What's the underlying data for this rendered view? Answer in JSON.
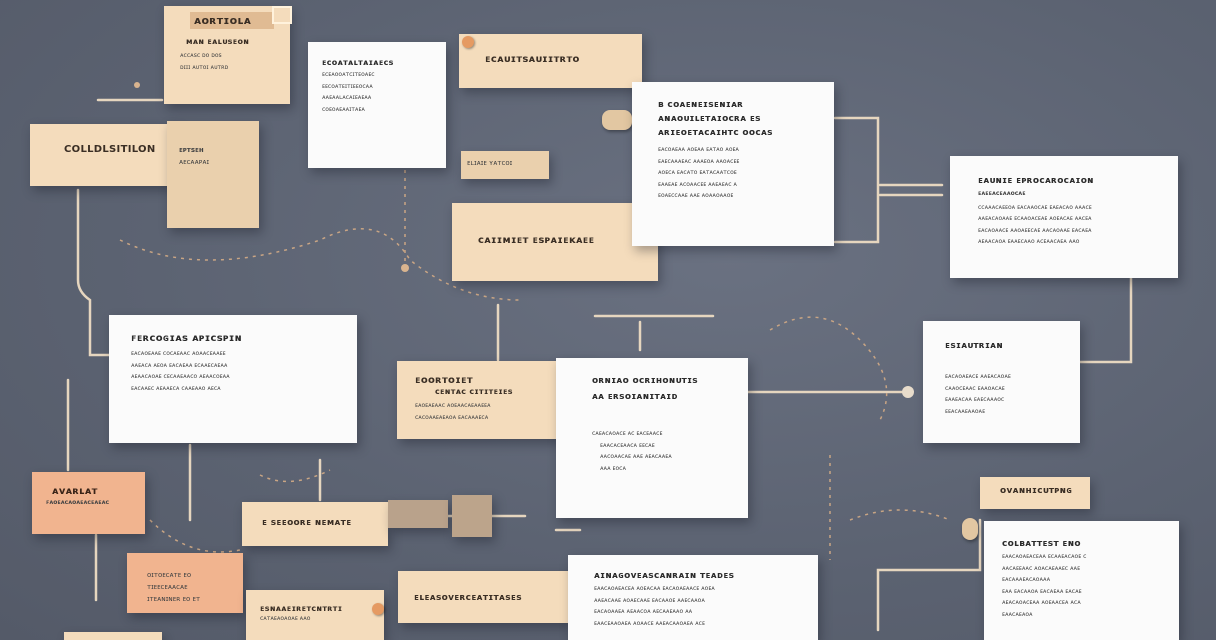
{
  "notes": {
    "n01": {
      "title": "ᴀᴏʀᴛɪoʟᴀ",
      "lines": [
        "ᴍᴀɴ ᴇᴀʟᴜsᴇᴏɴ"
      ]
    },
    "n01b": {
      "lines": [
        "ᴀᴄᴄᴀsᴄ ᴅᴏ ᴅᴏs",
        "ᴅɪɪɪ ᴀᴜᴛᴏɪ ᴀᴜᴛʀᴅ"
      ]
    },
    "n02": {
      "title": "COLLDLSITILON"
    },
    "n03": {
      "lines": [
        "ᴇᴘᴛsᴇʜ",
        "ᴀᴇᴄᴀᴀᴘᴀɪ"
      ]
    },
    "n04": {
      "title": "ᴇᴄᴏᴀᴛᴀʟᴛᴀɪᴀᴇᴄs",
      "lines": [
        "ᴇᴄᴇᴀᴏᴏᴀᴛᴄɪᴛᴇᴏᴀᴇᴄ",
        "ᴇᴇᴄᴏᴀᴛᴇɪᴛɪᴇᴇᴏᴄᴀᴀ",
        "ᴀᴀᴇᴀᴀʟᴀᴄᴀɪᴇᴀᴇᴀᴀ",
        "ᴄᴏᴇᴏᴀᴇᴀᴀɪᴛᴀᴇᴀ"
      ]
    },
    "n05": {
      "title": "ᴇᴄᴀᴜɪᴛsᴀᴜɪɪᴛʀᴛᴏ"
    },
    "n06": {
      "lines": [
        "ᴇʟɪᴀɪᴇ ʏᴀᴛᴄᴏɪ"
      ]
    },
    "n07": {
      "title": "ᴄᴀɪɪᴍɪᴇᴛ ᴇsᴘᴀɪᴇᴋᴀᴇᴇ"
    },
    "n08": {
      "title": "ʙ ᴄᴏᴀᴇɴᴇɪsᴇɴɪᴀʀ",
      "subtitle": "ᴀɴᴀᴏᴜɪʟᴇᴛᴀɪᴏᴄʀᴀ ᴇs",
      "subtitle2": "ᴀʀɪᴇᴏᴇᴛᴀᴄᴀɪʜᴛᴄ ᴏᴏᴄᴀs",
      "lines": [
        "ᴇᴀᴄᴏᴀᴇᴀᴀ ᴀᴏᴇᴀᴀ ᴇᴀᴛᴀᴏ ᴀᴏᴇᴀ",
        "ᴇᴀᴇᴄᴀᴀᴀᴇᴀᴄ ᴀᴀᴀᴇᴏᴀ ᴀᴀᴏᴀᴄᴇᴇ",
        "ᴀᴏᴇᴄᴀ ᴇᴀᴄᴀᴛᴏ ᴇᴀᴛᴀᴄᴀᴀᴛᴄᴏᴇ",
        "ᴇᴀᴀᴇᴀᴇ ᴀᴄᴏᴀᴀᴄᴇᴇ ᴀᴀᴇᴀᴇᴀᴄ ᴀ",
        "ᴇᴏᴀᴇᴄᴄᴀᴀᴇ ᴀᴀᴇ ᴀᴏᴀᴀᴏᴀᴀᴏᴇ"
      ]
    },
    "n09": {
      "title": "ᴇᴀᴜɴɪᴇ ᴇᴘʀᴏᴄᴀʀᴏᴄᴀɪᴏɴ",
      "subtitle": "ᴇᴀᴇᴇᴀᴄᴇᴀᴀᴏᴄᴀᴇ",
      "lines": [
        "ᴄᴄᴀᴀᴀᴄᴀᴇᴇᴏᴀ ᴇᴀᴄᴀᴀᴏᴄᴀᴇ ᴇᴀᴇᴀᴄᴀᴏ ᴀᴀᴀᴄᴇ",
        "ᴀᴀᴇᴀᴄᴀᴏᴀᴀᴇ ᴇᴄᴀᴀᴏᴀᴄᴇᴀᴇ ᴀᴏᴇᴀᴄᴀᴇ ᴀᴀᴄᴇᴀ",
        "ᴇᴀᴄᴀᴏᴀᴀᴄᴇ ᴀᴀᴏᴀᴇᴇᴄᴀᴇ ᴀᴀᴄᴀᴏᴀᴀᴇ ᴇᴀᴄᴀᴇᴀ",
        "ᴀᴇᴀᴀᴄᴀᴏᴀ ᴇᴀᴀᴇᴄᴀᴀᴏ ᴀᴄᴇᴀᴀᴄᴀᴇᴀ ᴀᴀᴏ"
      ]
    },
    "n10": {
      "title": "ꜰᴇʀᴄᴏɢɪᴀs ᴀᴘɪᴄsᴘɪɴ",
      "lines": [
        "ᴇᴀᴄᴀᴏᴇᴀᴀᴇ ᴄᴏᴄᴀᴇᴀᴀᴄ ᴀᴏᴀᴀᴄᴇᴀᴀᴇᴇ",
        "ᴀᴀᴇᴀᴄᴀ ᴀᴇᴏᴀ ᴇᴀᴄᴀᴇᴀᴀ ᴇᴄᴀᴀᴇᴄᴀᴇᴀᴀ",
        "ᴀᴇᴀᴀᴄᴀᴏᴀᴇ ᴄᴇᴄᴀᴀᴇᴀᴀᴄᴏ ᴀᴇᴀᴀᴄᴏᴇᴀᴀ",
        "ᴇᴀᴄᴀᴀᴇᴄ ᴀᴇᴀᴀᴇᴄᴀ ᴄᴀᴀᴇᴀᴀᴏ ᴀᴇᴄᴀ"
      ]
    },
    "n11": {
      "title": "ᴇᴏᴏʀᴛᴏɪᴇᴛ",
      "subtitle": "ᴄᴇɴᴛᴀᴄ ᴄɪᴛɪᴛᴇɪᴇs",
      "lines": [
        "ᴇᴀᴏᴇᴀᴇᴀᴀᴄ ᴀᴏᴇᴀᴀᴄᴀᴇᴀᴀᴇᴇᴀ",
        "ᴄᴀᴄᴏᴀᴀᴇᴀᴇᴀᴏᴀ ᴇᴀᴄᴀᴀᴀᴇᴄᴀ"
      ]
    },
    "n12": {
      "title": "ᴏʀɴɪᴀᴏ ᴏᴄʀɪʜᴏɴᴜᴛɪs",
      "subtitle": "ᴀᴀ ᴇʀsᴏɪᴀɴɪᴛᴀɪᴅ",
      "lines": [
        "ᴄᴀᴇᴀᴄᴀᴏᴀᴄᴇ ᴀᴄ ᴇᴀᴄᴇᴀᴀᴄᴇ",
        "ᴇᴀᴀᴄᴀᴄᴇᴀᴀᴄᴀ ᴇᴇᴄᴀᴇ",
        "ᴀᴀᴄᴏᴀᴀᴄᴀᴇ ᴀᴀᴇ ᴀᴇᴀᴄᴀᴀᴇᴀ",
        "ᴀᴀᴀ ᴇᴏᴄᴀ"
      ]
    },
    "n13": {
      "title": "ᴇsɪᴀᴜᴛʀɪᴀɴ",
      "lines": [
        "ᴇᴀᴄᴀᴏᴀᴇᴀᴄᴇ ᴀᴀᴇᴀᴄᴀᴏᴀᴇ",
        "ᴄᴀᴀᴏᴄᴇᴀᴀᴄ ᴇᴀᴀᴏᴀᴄᴀᴇ",
        "ᴇᴀᴀᴇᴀᴄᴀᴀ ᴇᴀᴇᴄᴀᴀᴀᴏᴄ",
        "ᴇᴇᴀᴄᴀᴀᴇᴀᴀᴏᴀᴇ"
      ]
    },
    "n14": {
      "title": "ᴀᴠᴀʀʟᴀᴛ",
      "lines": [
        "ꜰᴀᴏᴇᴀᴄᴀᴏᴀᴇᴀᴄᴇᴀᴇᴀᴄ"
      ]
    },
    "n15": {
      "title": "ᴇ sᴇᴇᴏᴏʀᴇ ɴᴇᴍᴀᴛᴇ"
    },
    "n16": {
      "title": "ᴏᴠᴀɴʜɪᴄᴜᴛᴘɴɢ"
    },
    "n17": {
      "title": "ᴄᴏʟʙᴀᴛᴛᴇsᴛ ᴇɴᴏ",
      "lines": [
        "ᴇᴀᴀᴄᴀᴏᴀᴇᴀᴄᴇᴀᴀ ᴇᴄᴀᴀᴇᴀᴄᴀᴏᴇ ᴄ",
        "ᴀᴀᴄᴀᴇᴇᴀᴀᴄ ᴀᴏᴀᴄᴀᴇᴀᴀᴇᴄ ᴀᴀᴇ",
        "ᴇᴀᴄᴀᴀᴀᴇᴀᴄᴀᴏᴀᴀᴀ",
        "ᴇᴀᴀ ᴇᴀᴄᴀᴀᴏᴀ ᴇᴀᴄᴀᴇᴀᴀ ᴇᴀᴄᴀᴇ",
        "ᴀᴇᴀᴄᴀᴏᴀᴄᴇᴀᴀ ᴀᴏᴇᴀᴀᴄᴇᴀ ᴀᴄᴀ",
        "ᴇᴀᴀᴄᴀᴇᴀᴏᴀ"
      ]
    },
    "n18": {
      "lines": [
        "ᴏɪᴛᴏᴇᴄᴀᴛᴇ ᴇᴏ",
        "ᴛɪᴇᴇᴄᴇᴀᴀᴄᴀᴇ",
        "ɪᴛᴇᴀɴɪɴᴇʀ ᴇᴏ ᴇᴛ"
      ]
    },
    "n19": {
      "title": "ᴇsɴᴀᴀᴇɪʀᴇᴛᴄɴᴛʀᴛɪ",
      "lines": [
        "ᴄᴀᴛᴀᴇᴀᴏᴀᴏᴀᴇ ᴀᴀᴏ"
      ]
    },
    "n20": {
      "title": "ᴇʟᴇᴀsᴏᴠᴇʀᴄᴇᴀᴛɪᴛᴀsᴇs"
    },
    "n21": {
      "title": "ᴀɪɴᴀɢᴏᴠᴇᴀsᴄᴀɴʀᴀɪɴ ᴛᴇᴀᴅᴇs",
      "lines": [
        "ᴇᴀᴀᴄᴀᴏᴀᴇᴀᴄᴇᴀ ᴀᴏᴇᴀᴄᴀᴀ ᴇᴀᴄᴀᴏᴀᴇᴀᴀᴄᴇ ᴀᴏᴇᴀ",
        "ᴀᴀᴇᴀᴄᴀᴀᴇ ᴀᴏᴀᴇᴄᴀᴀᴇ ᴇᴀᴄᴀᴀᴏᴇ ᴀᴀᴇᴄᴀᴀᴏᴀ",
        "ᴇᴀᴄᴀᴏᴀᴀᴇᴀ ᴀᴇᴀᴀᴄᴏᴀ ᴀᴇᴄᴀᴀᴇᴀᴀᴏ ᴀᴀ",
        "ᴇᴀᴀᴄᴇᴀᴀᴏᴀᴇᴀ ᴀᴏᴀᴀᴄᴇ ᴀᴀᴇᴀᴄᴀᴀᴏᴀᴇᴀ ᴀᴄᴇ"
      ]
    }
  },
  "colors": {
    "background": "#5d6473",
    "wire": "#e8d8c2",
    "dashed": "#c9a584",
    "pin": "#e59a62"
  }
}
